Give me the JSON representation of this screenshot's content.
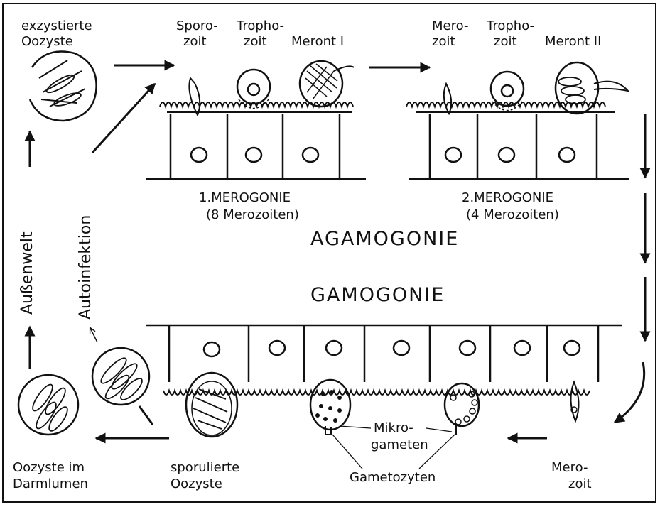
{
  "labels": {
    "exzystierte": "exzystierte",
    "oozyste_top": "Oozyste",
    "sporo1": "Sporo-",
    "sporo2": "zoit",
    "tropho1": "Tropho-",
    "tropho2": "zoit",
    "meront1": "Meront I",
    "mero1": "Mero-",
    "mero2": "zoit",
    "tropho1b": "Tropho-",
    "tropho2b": "zoit",
    "meront2": "Meront II",
    "merogonie1": "1.MEROGONIE",
    "merogonie1_sub": "(8 Merozoiten)",
    "merogonie2": "2.MEROGONIE",
    "merogonie2_sub": "(4 Merozoiten)",
    "agamogonie": "AGAMOGONIE",
    "gamogonie": "GAMOGONIE",
    "aussenwelt": "Außenwelt",
    "autoinfektion": "Autoinfektion",
    "oozyste_im": "Oozyste im",
    "darmlumen": "Darmlumen",
    "sporulierte": "sporulierte",
    "oozyste_bottom": "Oozyste",
    "mikro": "Mikro-",
    "gameten": "gameten",
    "gametozyten": "Gametozyten",
    "mero_bottom1": "Mero-",
    "mero_bottom2": "zoit"
  },
  "colors": {
    "ink": "#111111",
    "paper": "#ffffff"
  }
}
